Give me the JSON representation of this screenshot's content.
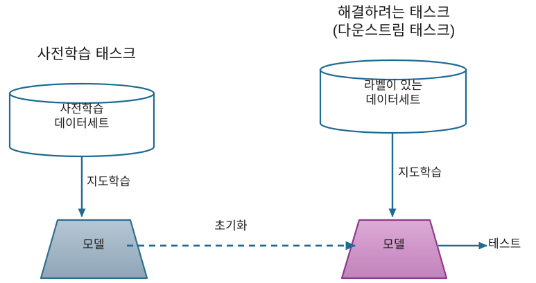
{
  "diagram": {
    "title_left": "사전학습 태스크",
    "title_right_line1": "해결하려는 태스크",
    "title_right_line2": "(다운스트림 태스크)",
    "colors": {
      "stroke_blue": "#1F6A92",
      "stroke_blue_dark": "#1B5E82",
      "cylinder_fill": "#FFFFFF",
      "model_left_fill_top": "#AEC0CE",
      "model_left_fill_bottom": "#8FA6B8",
      "model_left_stroke": "#2E6E8E",
      "model_right_fill_top": "#D7A4D1",
      "model_right_fill_bottom": "#C184BA",
      "model_right_stroke": "#8E3A8E",
      "text": "#1A1A1A"
    },
    "nodes": [
      {
        "id": "pretrain-dataset",
        "shape": "cylinder",
        "label_line1": "사전학습",
        "label_line2": "데이터세트"
      },
      {
        "id": "labeled-dataset",
        "shape": "cylinder",
        "label_line1": "라벨이 있는",
        "label_line2": "데이터세트"
      },
      {
        "id": "model-left",
        "shape": "trapezoid",
        "label": "모델"
      },
      {
        "id": "model-right",
        "shape": "trapezoid",
        "label": "모델"
      }
    ],
    "edges": [
      {
        "id": "pretrain-supervised",
        "from": "pretrain-dataset",
        "to": "model-left",
        "label": "지도학습",
        "style": "solid"
      },
      {
        "id": "downstream-supervised",
        "from": "labeled-dataset",
        "to": "model-right",
        "label": "지도학습",
        "style": "solid"
      },
      {
        "id": "initialize",
        "from": "model-left",
        "to": "model-right",
        "label": "초기화",
        "style": "dashed"
      },
      {
        "id": "test",
        "from": "model-right",
        "to": "test-output",
        "label": "테스트",
        "style": "solid"
      }
    ]
  }
}
